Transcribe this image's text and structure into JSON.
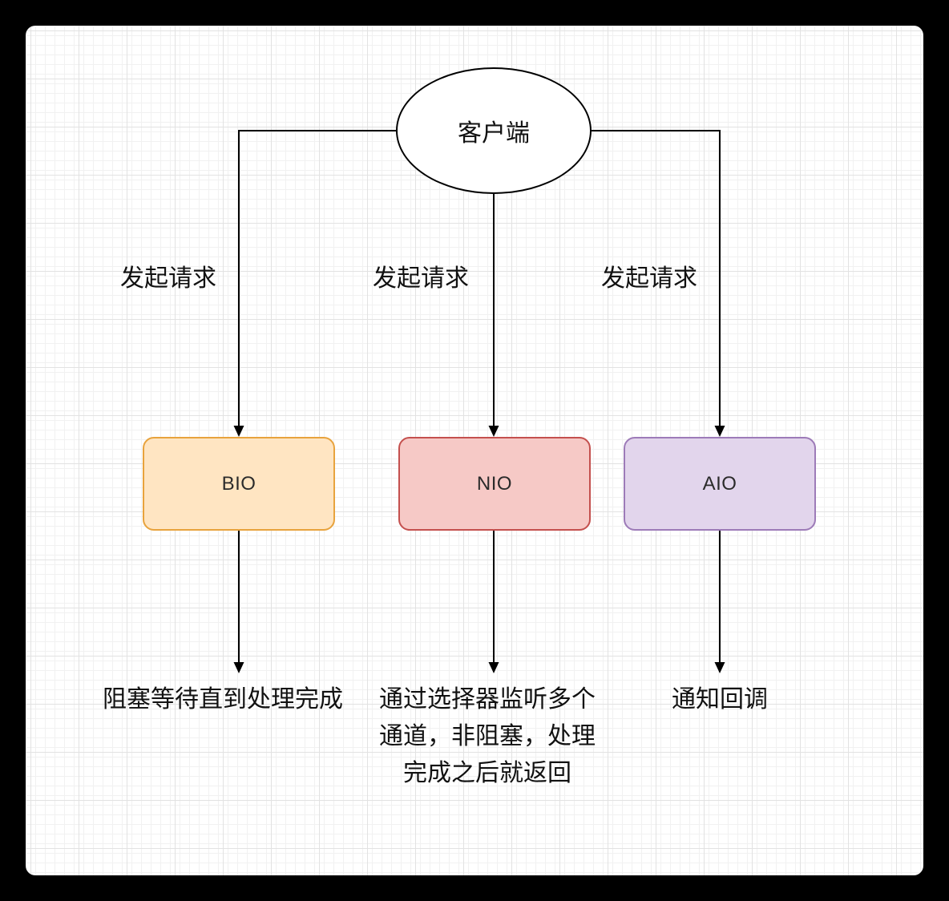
{
  "diagram": {
    "client": {
      "label": "客户端"
    },
    "edge_labels": {
      "left": "发起请求",
      "center": "发起请求",
      "right": "发起请求"
    },
    "nodes": {
      "bio": {
        "label": "BIO",
        "fill": "#ffe5c2",
        "stroke": "#e8a33d"
      },
      "nio": {
        "label": "NIO",
        "fill": "#f6c9c6",
        "stroke": "#c4504e"
      },
      "aio": {
        "label": "AIO",
        "fill": "#e2d5ec",
        "stroke": "#9d7bb8"
      }
    },
    "outcomes": {
      "bio": "阻塞等待直到处理完成",
      "nio": "通过选择器监听多个\n通道，非阻塞，处理\n完成之后就返回",
      "aio": "通知回调"
    },
    "colors": {
      "connector": "#000000",
      "canvas_background": "#ffffff",
      "page_background": "#000000",
      "grid_minor": "#f1f1f1",
      "grid_major": "#e2e2e2"
    }
  }
}
